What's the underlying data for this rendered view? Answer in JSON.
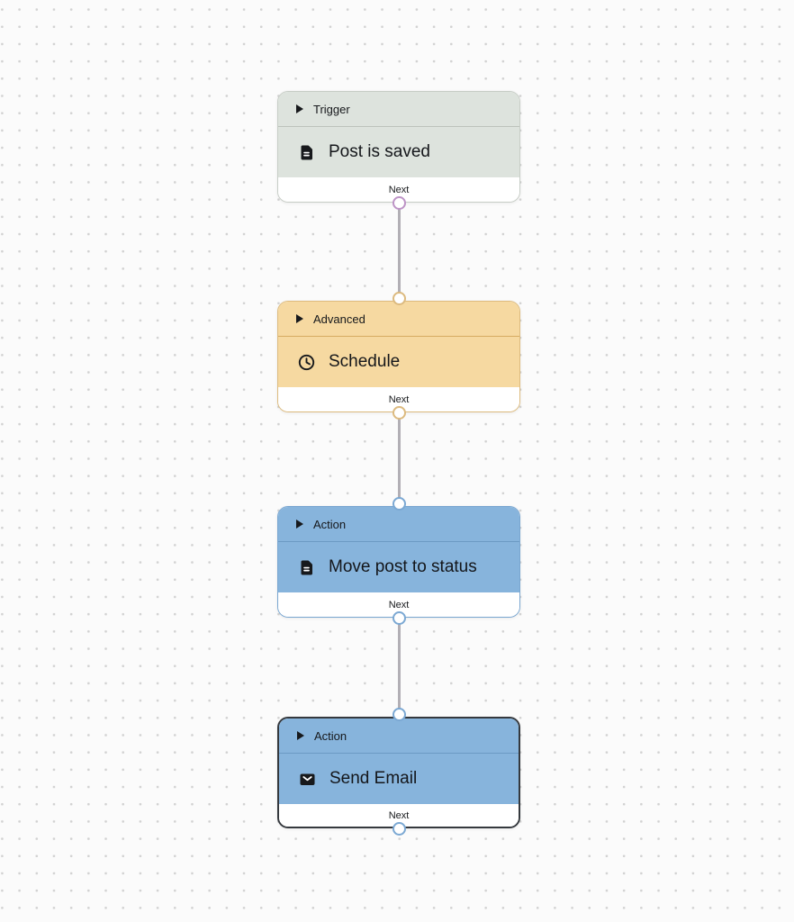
{
  "canvas": {
    "background_color": "#fbfbfb",
    "dot_color": "#d2d2d2"
  },
  "nodes": [
    {
      "id": "trigger-post-is-saved",
      "category": "Trigger",
      "title": "Post is saved",
      "icon": "document-icon",
      "next_label": "Next",
      "selected": false,
      "colors": {
        "fill": "#dde3dd",
        "border": "#c7cdc6",
        "handle": "#bd93c6"
      }
    },
    {
      "id": "advanced-schedule",
      "category": "Advanced",
      "title": "Schedule",
      "icon": "clock-icon",
      "next_label": "Next",
      "selected": false,
      "colors": {
        "fill": "#f6d9a1",
        "border": "#ddbb7e",
        "handle": "#dcba7f"
      }
    },
    {
      "id": "action-move-post-to-status",
      "category": "Action",
      "title": "Move post to status",
      "icon": "document-icon",
      "next_label": "Next",
      "selected": false,
      "colors": {
        "fill": "#87b4dc",
        "border": "#79a6d0",
        "handle": "#7ba8d3"
      }
    },
    {
      "id": "action-send-email",
      "category": "Action",
      "title": "Send Email",
      "icon": "envelope-icon",
      "next_label": "Next",
      "selected": true,
      "colors": {
        "fill": "#87b4dc",
        "border": "#35393e",
        "handle": "#7ba8d3"
      }
    }
  ],
  "edges": [
    {
      "from": "trigger-post-is-saved",
      "to": "advanced-schedule",
      "color": "#b2afb5"
    },
    {
      "from": "advanced-schedule",
      "to": "action-move-post-to-status",
      "color": "#b2afb5"
    },
    {
      "from": "action-move-post-to-status",
      "to": "action-send-email",
      "color": "#b2afb5"
    }
  ]
}
